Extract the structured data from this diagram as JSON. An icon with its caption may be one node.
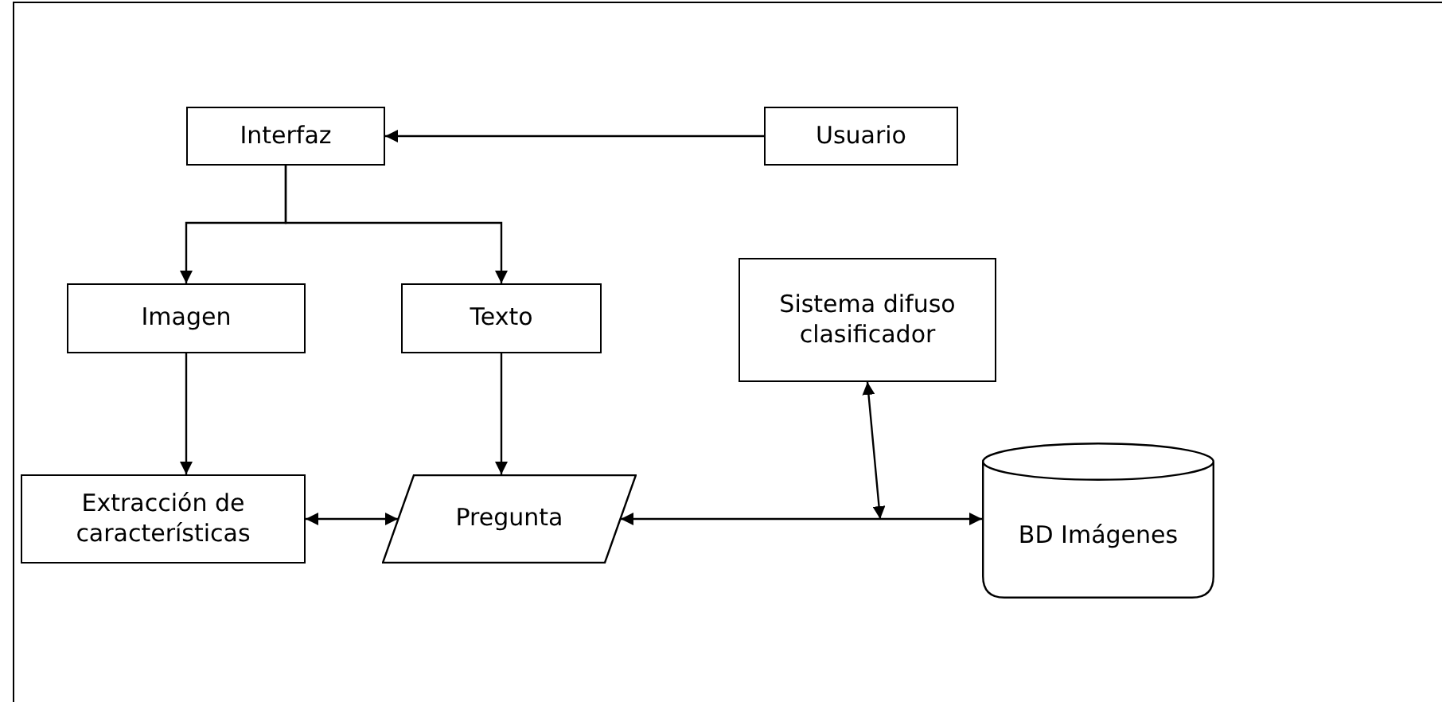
{
  "diagram": {
    "nodes": [
      {
        "text": [
          "Interfaz"
        ]
      },
      {
        "text": [
          "Usuario"
        ]
      },
      {
        "text": [
          "Imagen"
        ]
      },
      {
        "text": [
          "Texto"
        ]
      },
      {
        "text": [
          "Sistema difuso clasificador"
        ]
      },
      {
        "text": [
          "Extracción de características"
        ]
      },
      {
        "text": [
          "Pregunta"
        ]
      },
      {
        "text": [
          "BD Imágenes"
        ]
      }
    ],
    "edges": [
      {
        "from": 1,
        "to": 0,
        "arrow": "to"
      },
      {
        "from": 0,
        "to": 2,
        "arrow": "to"
      },
      {
        "from": 0,
        "to": 3,
        "arrow": "to"
      },
      {
        "from": 2,
        "to": 5,
        "arrow": "to"
      },
      {
        "from": 3,
        "to": 6,
        "arrow": "to"
      },
      {
        "from": 5,
        "to": 6,
        "arrow": "both"
      },
      {
        "from": 6,
        "to": 7,
        "arrow": "both"
      },
      {
        "from": null,
        "to": 4,
        "arrow": "both"
      }
    ]
  }
}
